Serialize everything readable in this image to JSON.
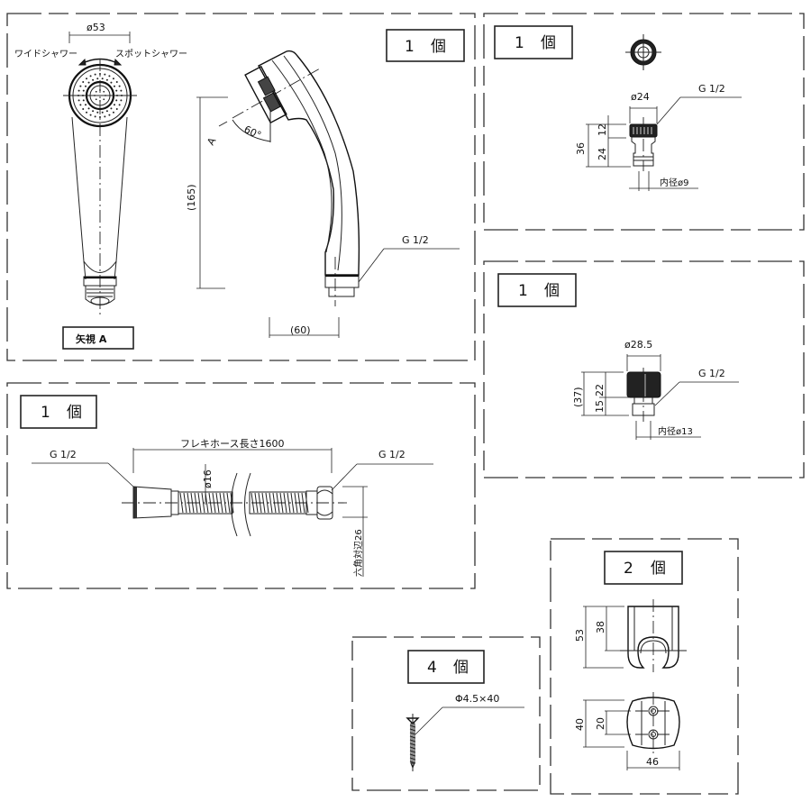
{
  "panels": {
    "shower_head": {
      "quantity": "1",
      "unit": "個",
      "front_view_label": "矢視 A",
      "diameter": "ø53",
      "mode_left": "ワイドシャワー",
      "mode_right": "スポットシャワー",
      "view_arrow": "A",
      "angle": "60°",
      "height": "(165)",
      "depth": "(60)",
      "thread": "G 1/2"
    },
    "adapter_small": {
      "quantity": "1",
      "unit": "個",
      "diameter": "ø24",
      "thread": "G 1/2",
      "total_height": "36",
      "upper_height": "12",
      "lower_height": "24",
      "inner_diameter": "内径ø9"
    },
    "adapter_large": {
      "quantity": "1",
      "unit": "個",
      "diameter": "ø28.5",
      "thread": "G 1/2",
      "total_height": "(37)",
      "upper_height": "22",
      "lower_height": "15",
      "inner_diameter": "内径ø13"
    },
    "hose": {
      "quantity": "1",
      "unit": "個",
      "length": "フレキホース長さ1600",
      "thread_left": "G 1/2",
      "thread_right": "G 1/2",
      "diameter": "ø16",
      "hex": "六角対辺26"
    },
    "screw": {
      "quantity": "4",
      "unit": "個",
      "spec": "Φ4.5×40"
    },
    "holder": {
      "quantity": "2",
      "unit": "個",
      "total_height": "53",
      "slot_height": "38",
      "base_height": "40",
      "hole_pitch": "20",
      "width": "46"
    }
  }
}
